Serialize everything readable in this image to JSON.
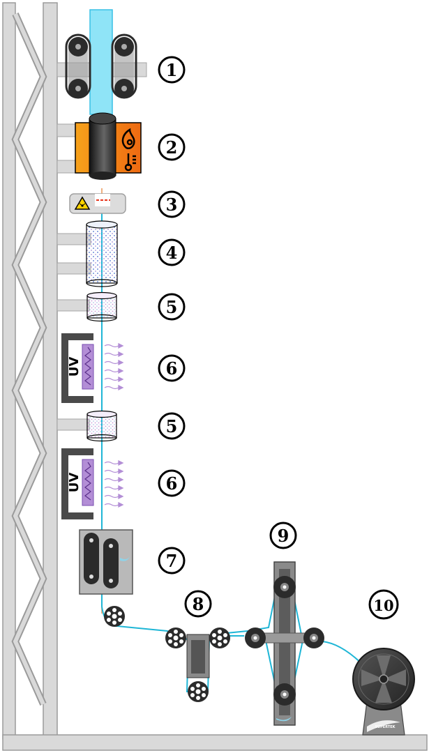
{
  "labels": {
    "s1": "1",
    "s2": "2",
    "s3": "3",
    "s4": "4",
    "s5a": "5",
    "s6a": "6",
    "s5b": "5",
    "s6b": "6",
    "s7": "7",
    "s8": "8",
    "s9": "9",
    "s10": "10"
  },
  "uv_text": "UV",
  "brand": "SUPERTEK",
  "colors": {
    "frame": "#d9d9d9",
    "frame_stroke": "#9a9a9a",
    "fiber": "#1fb6d6",
    "preform": "#8fe4f7",
    "furnace": "#f07b14",
    "uv": "#b38ed6",
    "dark": "#2b2b2b",
    "metal": "#7a7a7a"
  }
}
